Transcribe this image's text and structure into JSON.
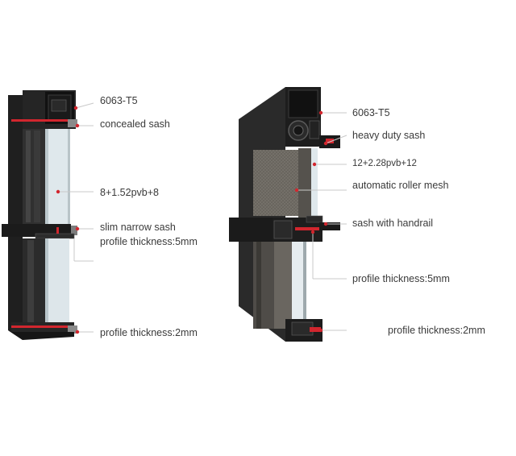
{
  "left_model": {
    "labels": {
      "alloy": "6063-T5",
      "concealed_sash": "concealed sash",
      "glass": "8+1.52pvb+8",
      "slim_sash": "slim narrow sash",
      "profile_thickness_5": "profile thickness:5mm",
      "profile_thickness_2": "profile thickness:2mm"
    }
  },
  "right_model": {
    "labels": {
      "alloy": "6063-T5",
      "heavy_sash": "heavy duty sash",
      "glass": "12+2.28pvb+12",
      "roller_mesh": "automatic roller mesh",
      "handrail_sash": "sash with handrail",
      "profile_thickness_5": "profile thickness:5mm",
      "profile_thickness_2": "profile thickness:2mm"
    }
  },
  "colors": {
    "frame_dark": "#1c1c1c",
    "frame_side": "#2e2e2e",
    "accent_red": "#d2262e",
    "glass": "#dfe8ec",
    "mesh": "#6f6b64",
    "leader": "#c9c9c9"
  }
}
